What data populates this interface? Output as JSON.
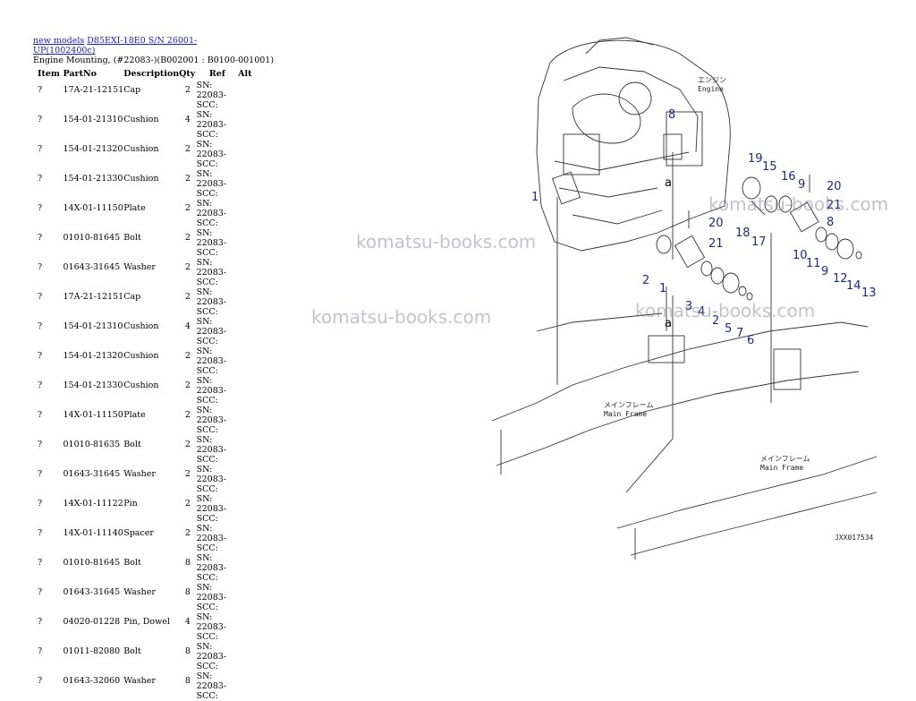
{
  "breadcrumb": {
    "link1": "new models",
    "link2": "D85EXI-18E0 S/N 26001-UP(1002400c)"
  },
  "subtitle": "Engine Mounting, (#22083-)(B002001 : B0100-001001)",
  "table": {
    "headers": [
      "Item",
      "PartNo",
      "Description",
      "Qty",
      "Ref",
      "Alt"
    ],
    "rows": [
      {
        "item": "?",
        "part": "17A-21-12151",
        "desc": "Cap",
        "qty": "2",
        "ref": "SN: 22083-SCC:",
        "alt": ""
      },
      {
        "item": "?",
        "part": "154-01-21310",
        "desc": "Cushion",
        "qty": "4",
        "ref": "SN: 22083-SCC:",
        "alt": ""
      },
      {
        "item": "?",
        "part": "154-01-21320",
        "desc": "Cushion",
        "qty": "2",
        "ref": "SN: 22083-SCC:",
        "alt": ""
      },
      {
        "item": "?",
        "part": "154-01-21330",
        "desc": "Cushion",
        "qty": "2",
        "ref": "SN: 22083-SCC:",
        "alt": ""
      },
      {
        "item": "?",
        "part": "14X-01-11150",
        "desc": "Plate",
        "qty": "2",
        "ref": "SN: 22083-SCC:",
        "alt": ""
      },
      {
        "item": "?",
        "part": "01010-81645",
        "desc": "Bolt",
        "qty": "2",
        "ref": "SN: 22083-SCC:",
        "alt": ""
      },
      {
        "item": "?",
        "part": "01643-31645",
        "desc": "Washer",
        "qty": "2",
        "ref": "SN: 22083-SCC:",
        "alt": ""
      },
      {
        "item": "?",
        "part": "17A-21-12151",
        "desc": "Cap",
        "qty": "2",
        "ref": "SN: 22083-SCC:",
        "alt": ""
      },
      {
        "item": "?",
        "part": "154-01-21310",
        "desc": "Cushion",
        "qty": "4",
        "ref": "SN: 22083-SCC:",
        "alt": ""
      },
      {
        "item": "?",
        "part": "154-01-21320",
        "desc": "Cushion",
        "qty": "2",
        "ref": "SN: 22083-SCC:",
        "alt": ""
      },
      {
        "item": "?",
        "part": "154-01-21330",
        "desc": "Cushion",
        "qty": "2",
        "ref": "SN: 22083-SCC:",
        "alt": ""
      },
      {
        "item": "?",
        "part": "14X-01-11150",
        "desc": "Plate",
        "qty": "2",
        "ref": "SN: 22083-SCC:",
        "alt": ""
      },
      {
        "item": "?",
        "part": "01010-81635",
        "desc": "Bolt",
        "qty": "2",
        "ref": "SN: 22083-SCC:",
        "alt": ""
      },
      {
        "item": "?",
        "part": "01643-31645",
        "desc": "Washer",
        "qty": "2",
        "ref": "SN: 22083-SCC:",
        "alt": ""
      },
      {
        "item": "?",
        "part": "14X-01-11122",
        "desc": "Pin",
        "qty": "2",
        "ref": "SN: 22083-SCC:",
        "alt": ""
      },
      {
        "item": "?",
        "part": "14X-01-11140",
        "desc": "Spacer",
        "qty": "2",
        "ref": "SN: 22083-SCC:",
        "alt": ""
      },
      {
        "item": "?",
        "part": "01010-81645",
        "desc": "Bolt",
        "qty": "8",
        "ref": "SN: 22083-SCC:",
        "alt": ""
      },
      {
        "item": "?",
        "part": "01643-31645",
        "desc": "Washer",
        "qty": "8",
        "ref": "SN: 22083-SCC:",
        "alt": ""
      },
      {
        "item": "?",
        "part": "04020-01228",
        "desc": "Pin, Dowel",
        "qty": "4",
        "ref": "SN: 22083-SCC:",
        "alt": ""
      },
      {
        "item": "?",
        "part": "01011-82080",
        "desc": "Bolt",
        "qty": "8",
        "ref": "SN: 22083-SCC:",
        "alt": ""
      },
      {
        "item": "?",
        "part": "01643-32060",
        "desc": "Washer",
        "qty": "8",
        "ref": "SN: 22083-SCC:",
        "alt": ""
      }
    ]
  },
  "diagram": {
    "watermarks": [
      "komatsu-books.com",
      "komatsu-books.com",
      "komatsu-books.com",
      "komatsu-books.com"
    ],
    "engine_label_jp": "エンジン",
    "engine_label_en": "Engine",
    "frame_label_jp": "メインフレーム",
    "frame_label_en": "Main Frame",
    "frame_label2_jp": "メインフレーム",
    "frame_label2_en": "Main Frame",
    "ref_letter": "a",
    "drawing_code": "JXX017534",
    "callouts": [
      "1",
      "8",
      "19",
      "15",
      "16",
      "9",
      "20",
      "21",
      "8",
      "20",
      "21",
      "18",
      "17",
      "2",
      "1",
      "3",
      "4",
      "2",
      "5",
      "7",
      "6",
      "10",
      "11",
      "9",
      "12",
      "14",
      "13"
    ]
  }
}
